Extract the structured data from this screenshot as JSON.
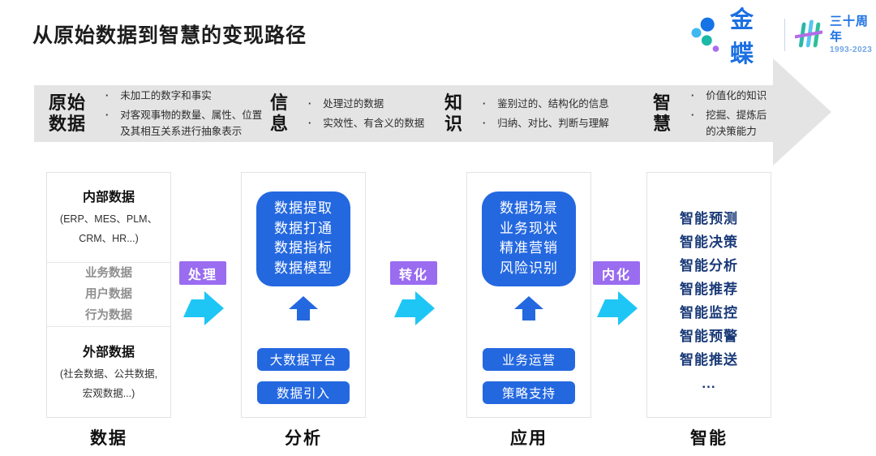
{
  "title": "从原始数据到智慧的变现路径",
  "logo": {
    "brand": "金蝶",
    "anniversary": "三十周年",
    "years": "1993-2023"
  },
  "banner": {
    "stages": [
      {
        "line1": "原始",
        "line2": "数据",
        "bullets": [
          "未加工的数字和事实",
          "对客观事物的数量、属性、位置及其相互关系进行抽象表示"
        ]
      },
      {
        "line1": "信",
        "line2": "息",
        "bullets": [
          "处理过的数据",
          "实效性、有含义的数据"
        ]
      },
      {
        "line1": "知",
        "line2": "识",
        "bullets": [
          "鉴别过的、结构化的信息",
          "归纳、对比、判断与理解"
        ]
      },
      {
        "line1": "智",
        "line2": "慧",
        "bullets": [
          "价值化的知识",
          "挖掘、提炼后的决策能力"
        ]
      }
    ]
  },
  "columns": {
    "data": {
      "footer": "数据",
      "internal": {
        "title": "内部数据",
        "sub1": "(ERP、MES、PLM、",
        "sub2": "CRM、HR...)"
      },
      "middle": [
        "业务数据",
        "用户数据",
        "行为数据"
      ],
      "external": {
        "title": "外部数据",
        "sub1": "(社会数据、公共数据,",
        "sub2": "宏观数据...)"
      }
    },
    "analysis": {
      "footer": "分析",
      "box": [
        "数据提取",
        "数据打通",
        "数据指标",
        "数据模型"
      ],
      "buttons": [
        "大数据平台",
        "数据引入"
      ]
    },
    "application": {
      "footer": "应用",
      "box": [
        "数据场景",
        "业务现状",
        "精准营销",
        "风险识别"
      ],
      "buttons": [
        "业务运营",
        "策略支持"
      ]
    },
    "smart": {
      "footer": "智能",
      "items": [
        "智能预测",
        "智能决策",
        "智能分析",
        "智能推荐",
        "智能监控",
        "智能预警",
        "智能推送",
        "..."
      ]
    }
  },
  "connectors": [
    "处理",
    "转化",
    "内化"
  ],
  "colors": {
    "primary_blue": "#2468E0",
    "navy_text": "#1A3A78",
    "purple_label": "#9A6CF0",
    "cyan_arrow": "#1EC6F5",
    "banner_gray": "#E4E4E4",
    "brand_blue": "#1B70E2",
    "logo_teal": "#1CB8A8"
  }
}
